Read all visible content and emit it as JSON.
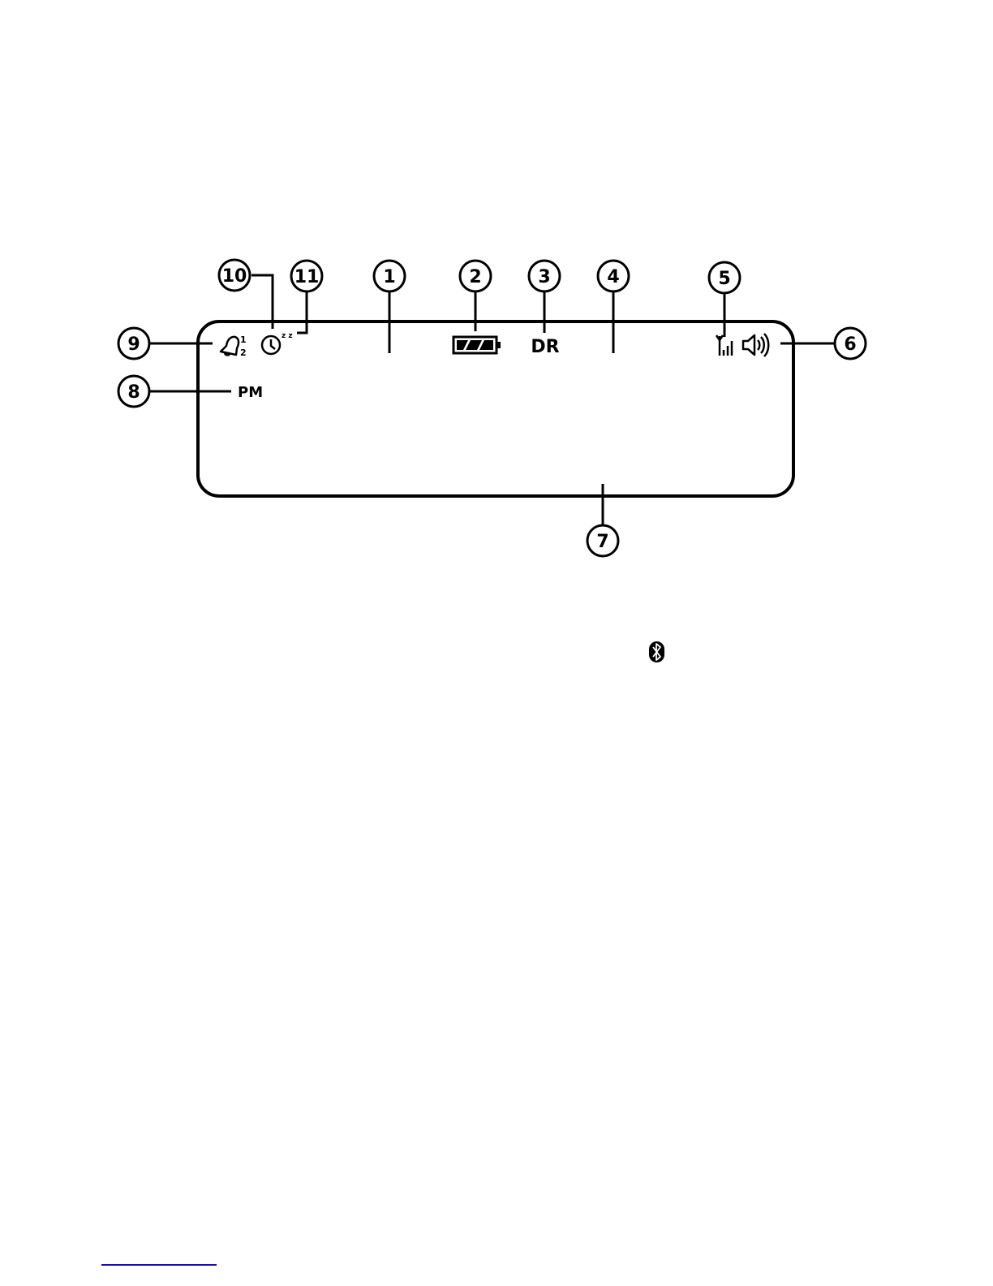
{
  "callouts": [
    {
      "id": "1",
      "label": "1"
    },
    {
      "id": "2",
      "label": "2"
    },
    {
      "id": "3",
      "label": "3"
    },
    {
      "id": "4",
      "label": "4"
    },
    {
      "id": "5",
      "label": "5"
    },
    {
      "id": "6",
      "label": "6"
    },
    {
      "id": "7",
      "label": "7"
    },
    {
      "id": "8",
      "label": "8"
    },
    {
      "id": "9",
      "label": "9"
    },
    {
      "id": "10",
      "label": "10"
    },
    {
      "id": "11",
      "label": "11"
    }
  ],
  "display": {
    "mode_text": "DR",
    "ampm_text": "PM",
    "alarm_index_top": "1",
    "alarm_index_bottom": "2",
    "snooze_text": "z z",
    "icons": [
      "alarm-bell-icon",
      "snooze-clock-icon",
      "battery-icon",
      "signal-antenna-icon",
      "speaker-volume-icon"
    ]
  },
  "floating_icon": "bluetooth-icon",
  "colors": {
    "ink": "#000000",
    "footer_rule": "#1a0dab"
  }
}
